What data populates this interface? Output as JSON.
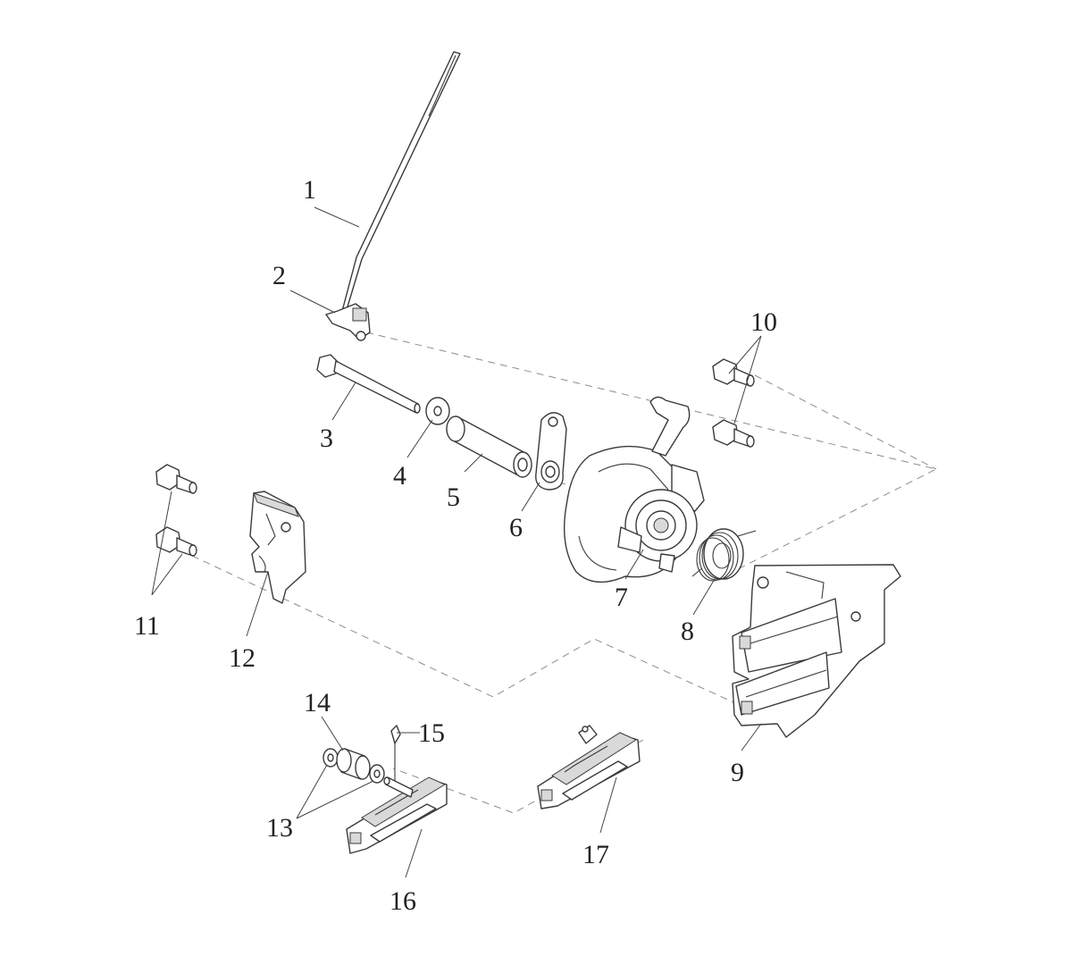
{
  "diagram": {
    "callouts": [
      "1",
      "2",
      "3",
      "4",
      "5",
      "6",
      "7",
      "8",
      "9",
      "10",
      "11",
      "12",
      "13",
      "14",
      "15",
      "16",
      "17"
    ]
  },
  "colors": {
    "line": "#3a3a3a",
    "dashed": "#8c8c8c",
    "fill": "#ffffff",
    "shade": "#d9d9d9"
  }
}
